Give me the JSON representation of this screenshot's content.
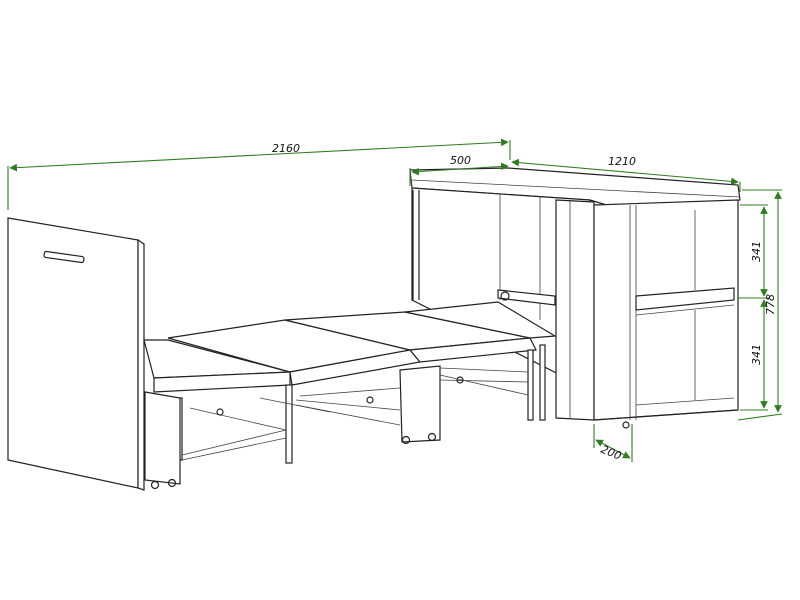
{
  "dimensions": {
    "total_length": "2160",
    "top_depth": "500",
    "cabinet_width": "1210",
    "upper_height": "341",
    "lower_height": "341",
    "total_height": "778",
    "base_depth": "200"
  },
  "colors": {
    "dimension_lines": "#2e7d1e",
    "outline": "#222222"
  }
}
